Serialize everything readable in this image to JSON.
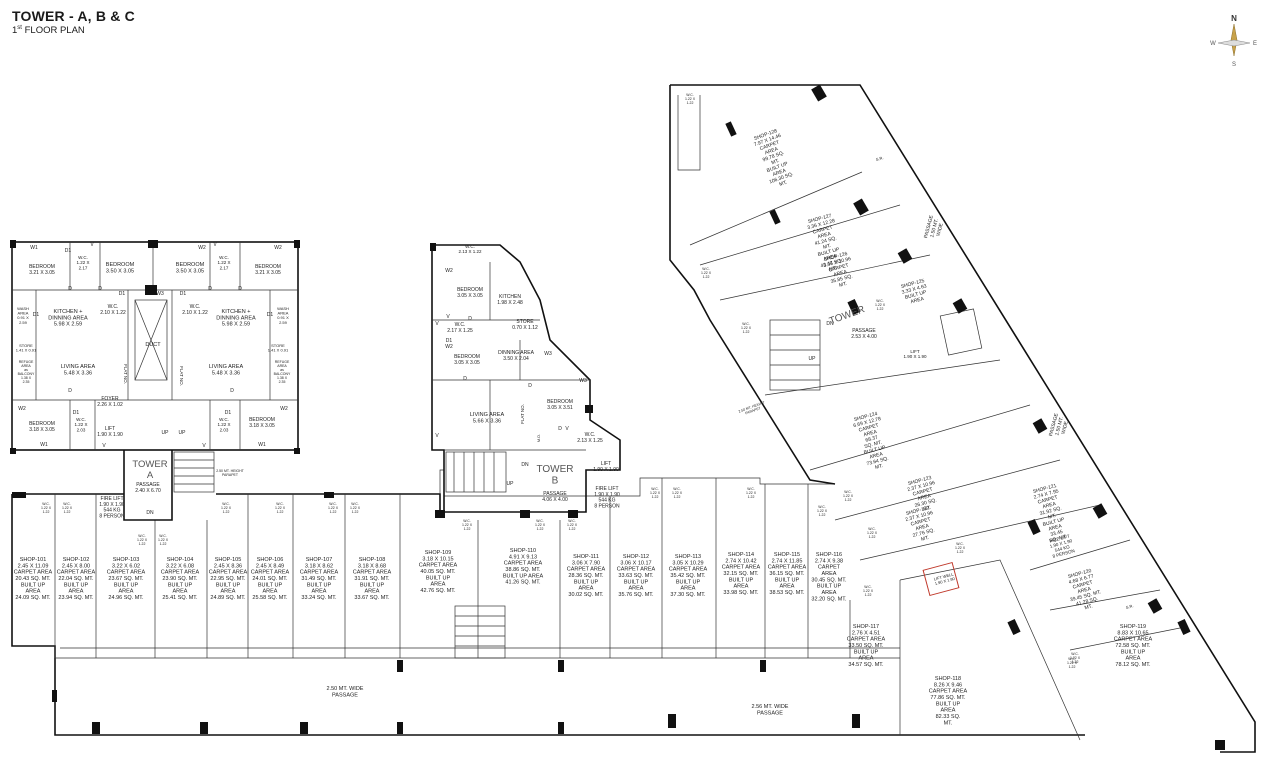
{
  "title": "TOWER - A, B & C",
  "subtitle_num": "1",
  "subtitle_sup": "st",
  "subtitle_rest": " FLOOR PLAN",
  "compass": {
    "n": "N",
    "s": "S",
    "e": "E",
    "w": "W"
  },
  "colors": {
    "walls": "#111111",
    "lift_well": "#c0392b",
    "compass_accent": "#c8a24a"
  },
  "tower_labels": [
    {
      "key": "A",
      "text": [
        "TOWER",
        "A"
      ]
    },
    {
      "key": "B",
      "text": [
        "TOWER",
        "B"
      ]
    },
    {
      "key": "C",
      "text": [
        "TOWER"
      ]
    }
  ],
  "passages": {
    "wide1": [
      "2.50 MT. WIDE",
      "PASSAGE"
    ],
    "wide2": [
      "2.56 MT. WIDE",
      "PASSAGE"
    ],
    "right1": [
      "PASSAGE",
      "1.50 MT.",
      "WIDE"
    ],
    "right2": [
      "PASSAGE",
      "1.50 MT.",
      "WIDE"
    ],
    "parapet1": [
      "2.50 MT. HEIGHT",
      "PARAPET"
    ],
    "parapet2": [
      "2.50 MT. HEIGHT",
      "PARAPET"
    ]
  },
  "flat_rooms": [
    {
      "key": "a1",
      "lines": [
        "BEDROOM",
        "3.21 X 3.05"
      ]
    },
    {
      "key": "a2",
      "lines": [
        "W.C.",
        "1.22 X",
        "2.17"
      ]
    },
    {
      "key": "a3",
      "lines": [
        "BEDROOM",
        "3.50 X 3.05"
      ]
    },
    {
      "key": "a4",
      "lines": [
        "BEDROOM",
        "3.50 X 3.05"
      ]
    },
    {
      "key": "a5",
      "lines": [
        "W.C.",
        "1.22 X",
        "2.17"
      ]
    },
    {
      "key": "a6",
      "lines": [
        "BEDROOM",
        "3.21 X 3.05"
      ]
    },
    {
      "key": "a7",
      "lines": [
        "W.C.",
        "2.10 X 1.22"
      ]
    },
    {
      "key": "a8",
      "lines": [
        "W.C.",
        "2.10 X 1.22"
      ]
    },
    {
      "key": "a9",
      "lines": [
        "KITCHEN +",
        "DINNING AREA",
        "5.98 X 2.59"
      ]
    },
    {
      "key": "a10",
      "lines": [
        "KITCHEN +",
        "DINNING AREA",
        "5.98 X 2.59"
      ]
    },
    {
      "key": "a11",
      "lines": [
        "WASH",
        "AREA",
        "0.91 X",
        "2.59"
      ]
    },
    {
      "key": "a12",
      "lines": [
        "WASH",
        "AREA",
        "0.91 X",
        "2.59"
      ]
    },
    {
      "key": "a13",
      "lines": [
        "DUCT"
      ]
    },
    {
      "key": "a14",
      "lines": [
        "LIVING AREA",
        "5.48 X 3.36"
      ]
    },
    {
      "key": "a15",
      "lines": [
        "LIVING AREA",
        "5.48 X 3.36"
      ]
    },
    {
      "key": "a16",
      "lines": [
        "STORE",
        "1.41 X 0.91"
      ]
    },
    {
      "key": "a17",
      "lines": [
        "STORE",
        "1.41 X 0.91"
      ]
    },
    {
      "key": "a18",
      "lines": [
        "REFUGE",
        "AREA",
        "as",
        "BALCONY",
        "1.38 X",
        "2.35"
      ]
    },
    {
      "key": "a19",
      "lines": [
        "REFUGE",
        "AREA",
        "as",
        "BALCONY",
        "1.38 X",
        "2.35"
      ]
    },
    {
      "key": "a20",
      "lines": [
        "FOYER",
        "2.26 X 1.02"
      ]
    },
    {
      "key": "a21",
      "lines": [
        "BEDROOM",
        "3.18 X 3.05"
      ]
    },
    {
      "key": "a22",
      "lines": [
        "W.C.",
        "1.22 X",
        "2.03"
      ]
    },
    {
      "key": "a23",
      "lines": [
        "LIFT",
        "1.90 X 1.90"
      ]
    },
    {
      "key": "a24",
      "lines": [
        "W.C.",
        "1.22 X",
        "2.03"
      ]
    },
    {
      "key": "a25",
      "lines": [
        "BEDROOM",
        "3.18 X 3.05"
      ]
    },
    {
      "key": "a26",
      "lines": [
        "PASSAGE",
        "2.40 X 6.70"
      ]
    },
    {
      "key": "a27",
      "lines": [
        "FIRE LIFT",
        "1.90 X 1.90",
        "544 KG",
        "8 PERSON"
      ]
    },
    {
      "key": "b1",
      "lines": [
        "W.C.",
        "2.13 X 1.22"
      ]
    },
    {
      "key": "b2",
      "lines": [
        "BEDROOM",
        "3.05 X 3.05"
      ]
    },
    {
      "key": "b3",
      "lines": [
        "KITCHEN",
        "1.98 X 2.48"
      ]
    },
    {
      "key": "b4",
      "lines": [
        "W.C.",
        "2.17 X 1.25"
      ]
    },
    {
      "key": "b5",
      "lines": [
        "STORE",
        "0.70 X 1.12"
      ]
    },
    {
      "key": "b6",
      "lines": [
        "BEDROOM",
        "3.05 X 3.05"
      ]
    },
    {
      "key": "b7",
      "lines": [
        "DINNING AREA",
        "3.50 X 2.04"
      ]
    },
    {
      "key": "b8",
      "lines": [
        "LIVING AREA",
        "5.66 X 3.36"
      ]
    },
    {
      "key": "b9",
      "lines": [
        "BEDROOM",
        "3.05 X 3.51"
      ]
    },
    {
      "key": "b10",
      "lines": [
        "W.C.",
        "2.13 X 1.25"
      ]
    },
    {
      "key": "b11",
      "lines": [
        "LIFT",
        "1.90 X 1.90"
      ]
    },
    {
      "key": "b12",
      "lines": [
        "PASSAGE",
        "4.06 X 4.00"
      ]
    },
    {
      "key": "b13",
      "lines": [
        "FIRE LIFT",
        "1.90 X 1.90",
        "544 KG",
        "8 PERSON"
      ]
    },
    {
      "key": "c1",
      "lines": [
        "PASSAGE",
        "2.53 X 4.00"
      ]
    },
    {
      "key": "c2",
      "lines": [
        "LIFT",
        "1.90 X 1.90"
      ]
    },
    {
      "key": "c3",
      "lines": [
        "LIFT WELL",
        "1.90 X 1.90"
      ]
    },
    {
      "key": "c4",
      "lines": [
        "FIRE LIFT",
        "1.90 X 1.90",
        "544 KG",
        "8 PERSON"
      ]
    }
  ],
  "shops": [
    {
      "key": "101",
      "name": "SHOP-101",
      "dims": "2.45 X 11.09",
      "lines": [
        "CARPET AREA",
        "20.43 SQ. MT.",
        "BUILT UP",
        "AREA",
        "24.09 SQ. MT."
      ]
    },
    {
      "key": "102",
      "name": "SHOP-102",
      "dims": "2.45 X 8.00",
      "lines": [
        "CARPET AREA",
        "22.04 SQ. MT.",
        "BUILT UP",
        "AREA",
        "23.94 SQ. MT."
      ]
    },
    {
      "key": "103",
      "name": "SHOP-103",
      "dims": "3.22 X 6.02",
      "lines": [
        "CARPET AREA",
        "23.67 SQ. MT.",
        "BUILT UP",
        "AREA",
        "24.96 SQ. MT."
      ]
    },
    {
      "key": "104",
      "name": "SHOP-104",
      "dims": "3.22 X 6.08",
      "lines": [
        "CARPET AREA",
        "23.90 SQ. MT.",
        "BUILT UP",
        "AREA",
        "25.41 SQ. MT."
      ]
    },
    {
      "key": "105",
      "name": "SHOP-105",
      "dims": "2.45 X 8.36",
      "lines": [
        "CARPET AREA",
        "22.95 SQ. MT.",
        "BUILT UP",
        "AREA",
        "24.89 SQ. MT."
      ]
    },
    {
      "key": "106",
      "name": "SHOP-106",
      "dims": "2.45 X 8.49",
      "lines": [
        "CARPET AREA",
        "24.01 SQ. MT.",
        "BUILT UP",
        "AREA",
        "25.58 SQ. MT."
      ]
    },
    {
      "key": "107",
      "name": "SHOP-107",
      "dims": "3.18 X 8.62",
      "lines": [
        "CARPET AREA",
        "31.49 SQ. MT.",
        "BUILT UP",
        "AREA",
        "33.24 SQ. MT."
      ]
    },
    {
      "key": "108",
      "name": "SHOP-108",
      "dims": "3.18 X 8.68",
      "lines": [
        "CARPET AREA",
        "31.91 SQ. MT.",
        "BUILT UP",
        "AREA",
        "33.67 SQ. MT."
      ]
    },
    {
      "key": "109",
      "name": "SHOP-109",
      "dims": "3.18 X 10.15",
      "lines": [
        "CARPET AREA",
        "40.05 SQ. MT.",
        "BUILT UP",
        "AREA",
        "42.76 SQ. MT."
      ]
    },
    {
      "key": "110",
      "name": "SHOP-110",
      "dims": "4.91 X 9.13",
      "lines": [
        "CARPET AREA",
        "38.86 SQ. MT.",
        "BUILT UP AREA",
        "41.26 SQ. MT."
      ]
    },
    {
      "key": "111",
      "name": "SHOP-111",
      "dims": "3.06 X 7.90",
      "lines": [
        "CARPET AREA",
        "28.36 SQ. MT.",
        "BUILT UP",
        "AREA",
        "30.02 SQ. MT."
      ]
    },
    {
      "key": "112",
      "name": "SHOP-112",
      "dims": "3.06 X 10.17",
      "lines": [
        "CARPET AREA",
        "33.63 SQ. MT.",
        "BUILT UP",
        "AREA",
        "35.76 SQ. MT."
      ]
    },
    {
      "key": "113",
      "name": "SHOP-113",
      "dims": "3.05 X 10.29",
      "lines": [
        "CARPET AREA",
        "35.42 SQ. MT.",
        "BUILT UP",
        "AREA",
        "37.30 SQ. MT."
      ]
    },
    {
      "key": "114",
      "name": "SHOP-114",
      "dims": "2.74 X 10.42",
      "lines": [
        "CARPET AREA",
        "32.15 SQ. MT.",
        "BUILT UP",
        "AREA",
        "33.98 SQ. MT."
      ]
    },
    {
      "key": "115",
      "name": "SHOP-115",
      "dims": "2.74 X 11.85",
      "lines": [
        "CARPET AREA",
        "36.15 SQ. MT.",
        "BUILT UP",
        "AREA",
        "38.53 SQ. MT."
      ]
    },
    {
      "key": "116",
      "name": "SHOP-116",
      "dims": "2.74 X 9.38",
      "lines": [
        "CARPET",
        "AREA",
        "30.45 SQ. MT.",
        "BUILT UP",
        "AREA",
        "32.20 SQ. MT."
      ]
    },
    {
      "key": "117",
      "name": "SHOP-117",
      "dims": "2.76 X 4.51",
      "lines": [
        "CARPET AREA",
        "33.50 SQ. MT.",
        "BUILT UP",
        "AREA",
        "34.57 SQ. MT."
      ]
    },
    {
      "key": "118",
      "name": "SHOP-118",
      "dims": "8.26 X 9.46",
      "lines": [
        "CARPET AREA",
        "77.86 SQ. MT.",
        "BUILT UP",
        "AREA",
        "82.33 SQ.",
        "MT."
      ]
    },
    {
      "key": "119",
      "name": "SHOP-119",
      "dims": "8.83 X 10.65",
      "lines": [
        "CARPET AREA",
        "72.58 SQ. MT.",
        "BUILT UP",
        "AREA",
        "78.12 SQ. MT."
      ]
    },
    {
      "key": "120",
      "name": "SHOP-120",
      "dims": "4.68 X 6.77",
      "lines": [
        "CARPET",
        "AREA",
        "39.45 SQ. MT.",
        "41.28 SQ.",
        "MT."
      ]
    },
    {
      "key": "121",
      "name": "SHOP-121",
      "dims": "2.74 X 7.95",
      "lines": [
        "CARPET",
        "AREA",
        "31.92 SQ.",
        "MT.",
        "BUILT UP",
        "AREA",
        "33.45",
        "SQ. MT."
      ]
    },
    {
      "key": "122",
      "name": "SHOP-122",
      "dims": "2.37 X 10.96",
      "lines": [
        "CARPET",
        "AREA",
        "27.76 SQ.",
        "MT."
      ]
    },
    {
      "key": "123",
      "name": "SHOP-123",
      "dims": "2.37 X 10.96",
      "lines": [
        "CARPET",
        "AREA",
        "26.30 SQ.",
        "MT."
      ]
    },
    {
      "key": "124",
      "name": "SHOP-124",
      "dims": "6.69 X 12.78",
      "lines": [
        "CARPET",
        "AREA",
        "68.37",
        "SQ. MT.",
        "BUILT UP",
        "AREA",
        "73.64 SQ.",
        "MT."
      ]
    },
    {
      "key": "125",
      "name": "SHOP-125",
      "dims": "3.33 X 4.63",
      "lines": [
        "BUILT UP",
        "AREA"
      ]
    },
    {
      "key": "126",
      "name": "SHOP-126",
      "dims": "3.36 X 10.96",
      "lines": [
        "CARPET",
        "AREA",
        "35.85 SQ.",
        "MT."
      ]
    },
    {
      "key": "127",
      "name": "SHOP-127",
      "dims": "3.36 X 12.28",
      "lines": [
        "CARPET",
        "AREA",
        "41.24 SQ.",
        "MT.",
        "BUILT UP",
        "AREA",
        "43.47 SQ.",
        "MT."
      ]
    },
    {
      "key": "128",
      "name": "SHOP-128",
      "dims": "7.97 X 14.46",
      "lines": [
        "CARPET",
        "AREA",
        "99.78 SQ.",
        "MT.",
        "BUILT UP",
        "AREA",
        "106.30 SQ.",
        "MT."
      ]
    }
  ],
  "wc_small": [
    "W.C.",
    "1.22 X",
    "1.22"
  ],
  "marks": {
    "d": "D",
    "d1": "D1",
    "w1": "W1",
    "w2": "W2",
    "w3": "W3",
    "v": "V",
    "up": "UP",
    "dn": "DN",
    "flat": "FLAT NO.",
    "m": "M.D.",
    "sr": "S.R."
  }
}
